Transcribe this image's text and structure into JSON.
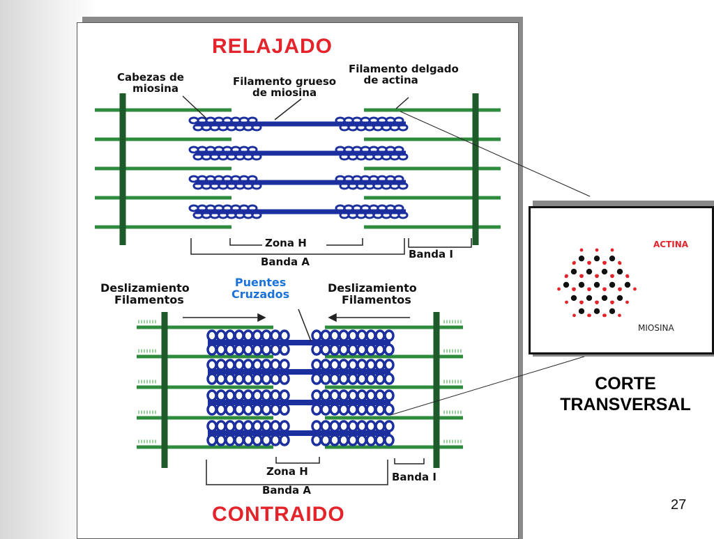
{
  "relaxed": {
    "title": "RELAJADO",
    "myosin_heads_label": [
      "Cabezas de",
      "miosina"
    ],
    "thick_filament_label": [
      "Filamento grueso",
      "de miosina"
    ],
    "thin_filament_label": [
      "Filamento delgado",
      "de actina"
    ],
    "h_zone_label": "Zona H",
    "a_band_label": "Banda A",
    "i_band_label": "Banda I"
  },
  "contracted": {
    "title": "CONTRAIDO",
    "sliding_left_label": [
      "Deslizamiento",
      "Filamentos"
    ],
    "cross_bridges_label": [
      "Puentes",
      "Cruzados"
    ],
    "sliding_right_label": [
      "Deslizamiento",
      "Filamentos"
    ],
    "h_zone_label": "Zona H",
    "a_band_label": "Banda A",
    "i_band_label": "Banda I"
  },
  "cross_section": {
    "actin_label": "ACTINA",
    "myosin_label": "MIOSINA",
    "caption": [
      "CORTE",
      "TRANSVERSAL"
    ]
  },
  "slide_number": "27",
  "colors": {
    "thin_filament": "#2e8b3e",
    "z_line": "#1f5a2b",
    "thick_filament": "#1c2f9e",
    "title": "#e3242b",
    "cross_bridge_label": "#1a73d9",
    "actin_dot": "#e3242b",
    "myosin_dot": "#111111"
  }
}
